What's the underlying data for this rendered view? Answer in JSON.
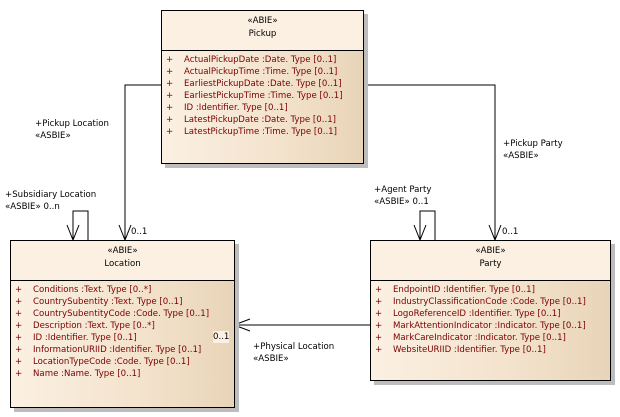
{
  "classes": {
    "pickup": {
      "stereotype": "«ABIE»",
      "name": "Pickup",
      "attributes": [
        {
          "vis": "+",
          "text": "ActualPickupDate  :Date. Type [0..1]"
        },
        {
          "vis": "+",
          "text": "ActualPickupTime  :Time. Type [0..1]"
        },
        {
          "vis": "+",
          "text": "EarliestPickupDate  :Date. Type [0..1]"
        },
        {
          "vis": "+",
          "text": "EarliestPickupTime  :Time. Type [0..1]"
        },
        {
          "vis": "+",
          "text": "ID  :Identifier. Type [0..1]"
        },
        {
          "vis": "+",
          "text": "LatestPickupDate  :Date. Type [0..1]"
        },
        {
          "vis": "+",
          "text": "LatestPickupTime  :Time. Type [0..1]"
        }
      ]
    },
    "location": {
      "stereotype": "«ABIE»",
      "name": "Location",
      "attributes": [
        {
          "vis": "+",
          "text": "Conditions  :Text. Type [0..*]"
        },
        {
          "vis": "+",
          "text": "CountrySubentity  :Text. Type [0..1]"
        },
        {
          "vis": "+",
          "text": "CountrySubentityCode  :Code. Type [0..1]"
        },
        {
          "vis": "+",
          "text": "Description  :Text. Type [0..*]"
        },
        {
          "vis": "+",
          "text": "ID  :Identifier. Type [0..1]"
        },
        {
          "vis": "+",
          "text": "InformationURIID  :Identifier. Type [0..1]"
        },
        {
          "vis": "+",
          "text": "LocationTypeCode  :Code. Type [0..1]"
        },
        {
          "vis": "+",
          "text": "Name  :Name. Type [0..1]"
        }
      ]
    },
    "party": {
      "stereotype": "«ABIE»",
      "name": "Party",
      "attributes": [
        {
          "vis": "+",
          "text": "EndpointID  :Identifier. Type [0..1]"
        },
        {
          "vis": "+",
          "text": "IndustryClassificationCode  :Code. Type [0..1]"
        },
        {
          "vis": "+",
          "text": "LogoReferenceID  :Identifier. Type [0..1]"
        },
        {
          "vis": "+",
          "text": "MarkAttentionIndicator  :Indicator. Type [0..1]"
        },
        {
          "vis": "+",
          "text": "MarkCareIndicator  :Indicator. Type [0..1]"
        },
        {
          "vis": "+",
          "text": "WebsiteURIID  :Identifier. Type [0..1]"
        }
      ]
    }
  },
  "associations": {
    "pickup_location": {
      "role": "+Pickup Location",
      "stereotype": "«ASBIE»",
      "multiplicity": "0..1"
    },
    "subsidiary_location": {
      "role": "+Subsidiary Location",
      "stereotype": "«ASBIE» 0..n"
    },
    "pickup_party": {
      "role": "+Pickup Party",
      "stereotype": "«ASBIE»",
      "multiplicity": "0..1"
    },
    "agent_party": {
      "role": "+Agent Party",
      "stereotype": "«ASBIE» 0..1"
    },
    "physical_location": {
      "role": "+Physical Location",
      "stereotype": "«ASBIE»",
      "multiplicity": "0..1"
    }
  }
}
